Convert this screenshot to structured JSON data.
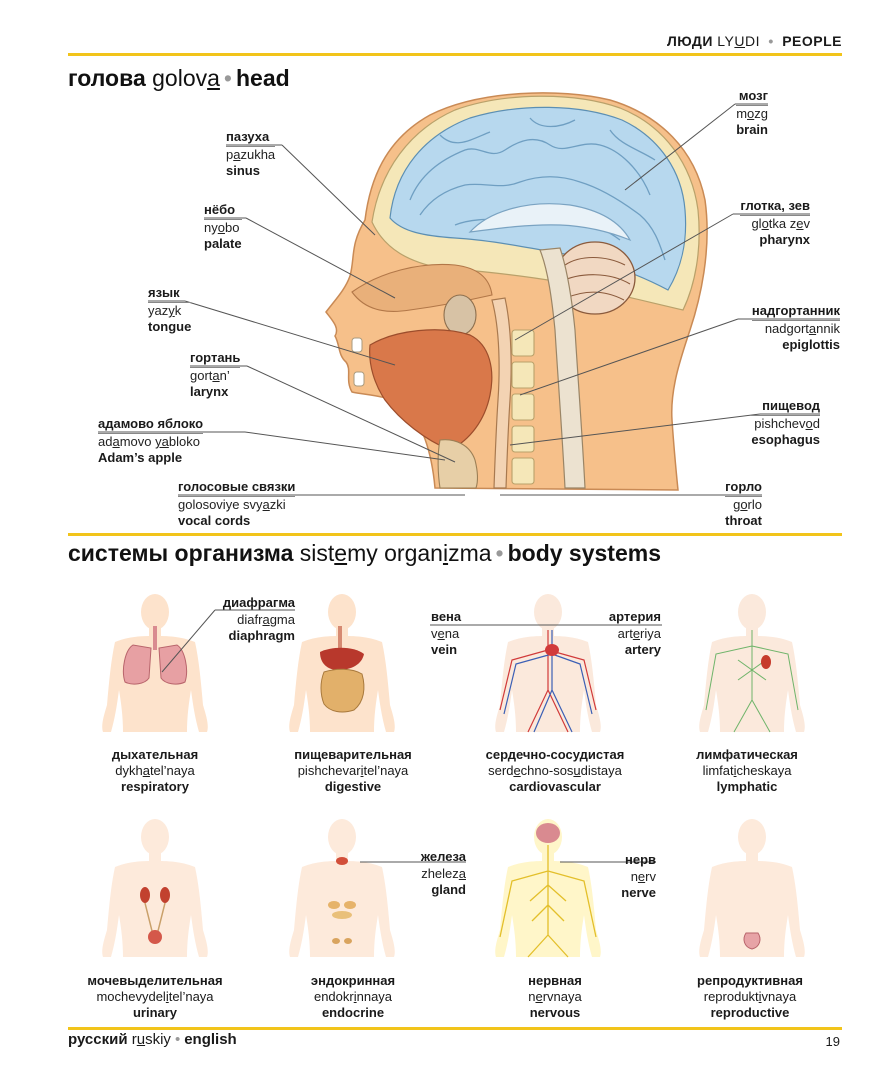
{
  "header": {
    "ru": "ЛЮДИ",
    "translit_pre": "LY",
    "translit_u": "U",
    "translit_post": "DI",
    "en": "PEOPLE"
  },
  "head_section": {
    "title_ru": "голова",
    "title_tr_pre": "golov",
    "title_tr_u": "a",
    "title_tr_post": "",
    "title_en": "head",
    "labels": {
      "sinus": {
        "ru": "пазуха",
        "tr_pre": "p",
        "tr_u": "a",
        "tr_post": "zukha",
        "en": "sinus"
      },
      "palate": {
        "ru": "нёбо",
        "tr_pre": "ny",
        "tr_u": "o",
        "tr_post": "bo",
        "en": "palate"
      },
      "tongue": {
        "ru": "язык",
        "tr_pre": "yaz",
        "tr_u": "y",
        "tr_post": "k",
        "en": "tongue"
      },
      "larynx": {
        "ru": "гортань",
        "tr_pre": "gort",
        "tr_u": "a",
        "tr_post": "n’",
        "en": "larynx"
      },
      "adams_apple": {
        "ru": "адамово яблоко",
        "tr_pre": "ad",
        "tr_u": "a",
        "tr_mid": "movo ",
        "tr_u2": "ya",
        "tr_post": "bloko",
        "en": "Adam’s apple"
      },
      "vocal_cords": {
        "ru": "голосовые связки",
        "tr_pre": "golosoviye svy",
        "tr_u": "a",
        "tr_post": "zki",
        "en": "vocal cords"
      },
      "brain": {
        "ru": "мозг",
        "tr_pre": "m",
        "tr_u": "o",
        "tr_post": "zg",
        "en": "brain"
      },
      "pharynx": {
        "ru": "глотка, зев",
        "tr_pre": "gl",
        "tr_u": "o",
        "tr_mid": "tka z",
        "tr_u2": "e",
        "tr_post": "v",
        "en": "pharynx"
      },
      "epiglottis": {
        "ru": "надгортанник",
        "tr_pre": "nadgort",
        "tr_u": "a",
        "tr_post": "nnik",
        "en": "epiglottis"
      },
      "esophagus": {
        "ru": "пищевод",
        "tr_pre": "pishchev",
        "tr_u": "o",
        "tr_post": "d",
        "en": "esophagus"
      },
      "throat": {
        "ru": "горло",
        "tr_pre": "g",
        "tr_u": "o",
        "tr_post": "rlo",
        "en": "throat"
      }
    }
  },
  "body_section": {
    "title_ru": "системы организма",
    "title_tr_a": "sist",
    "title_tr_u1": "e",
    "title_tr_b": "my organ",
    "title_tr_u2": "i",
    "title_tr_c": "zma",
    "title_en": "body systems",
    "labels": {
      "diaphragm": {
        "ru": "диафрагма",
        "tr_pre": "diafr",
        "tr_u": "a",
        "tr_post": "gma",
        "en": "diaphragm"
      },
      "vein": {
        "ru": "вена",
        "tr_pre": "v",
        "tr_u": "e",
        "tr_post": "na",
        "en": "vein"
      },
      "artery": {
        "ru": "артерия",
        "tr_pre": "art",
        "tr_u": "e",
        "tr_post": "riya",
        "en": "artery"
      },
      "gland": {
        "ru": "железа",
        "tr_pre": "zhelez",
        "tr_u": "a",
        "tr_post": "",
        "en": "gland"
      },
      "nerve": {
        "ru": "нерв",
        "tr_pre": "n",
        "tr_u": "e",
        "tr_post": "rv",
        "en": "nerve"
      }
    },
    "systems": [
      {
        "ru": "дыхательная",
        "tr_pre": "dykh",
        "tr_u": "a",
        "tr_post": "tel’naya",
        "en": "respiratory"
      },
      {
        "ru": "пищеварительная",
        "tr_pre": "pishchevar",
        "tr_u": "i",
        "tr_post": "tel’naya",
        "en": "digestive"
      },
      {
        "ru": "сердечно-сосудистая",
        "tr_pre": "serd",
        "tr_u": "e",
        "tr_mid": "chno-sos",
        "tr_u2": "u",
        "tr_post": "distaya",
        "en": "cardiovascular"
      },
      {
        "ru": "лимфатическая",
        "tr_pre": "limfat",
        "tr_u": "i",
        "tr_post": "cheskaya",
        "en": "lymphatic"
      },
      {
        "ru": "мочевыделительная",
        "tr_pre": "mochevydel",
        "tr_u": "i",
        "tr_post": "tel’naya",
        "en": "urinary"
      },
      {
        "ru": "эндокринная",
        "tr_pre": "endokr",
        "tr_u": "i",
        "tr_post": "nnaya",
        "en": "endocrine"
      },
      {
        "ru": "нервная",
        "tr_pre": "n",
        "tr_u": "e",
        "tr_post": "rvnaya",
        "en": "nervous"
      },
      {
        "ru": "репродуктивная",
        "tr_pre": "reprodukt",
        "tr_u": "i",
        "tr_post": "vnaya",
        "en": "reproductive"
      }
    ]
  },
  "footer": {
    "ru": "русский",
    "tr_pre": "r",
    "tr_u": "u",
    "tr_post": "skiy",
    "en": "english",
    "page": "19"
  },
  "colors": {
    "accent_yellow": "#f2c41a",
    "brain_blue": "#b7d8ee",
    "skin": "#f6c08a",
    "muscle": "#d9784a",
    "bone": "#f5e7b8",
    "body_silhouette": "#fde3cc"
  }
}
